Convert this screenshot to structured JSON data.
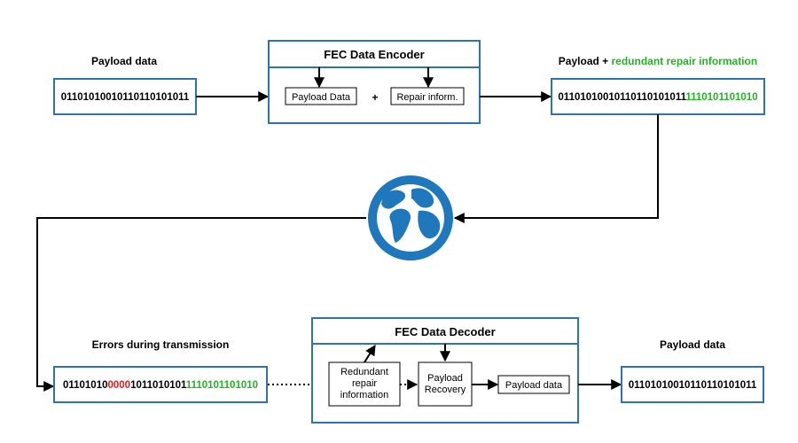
{
  "colors": {
    "blue_border": "#2f73b3",
    "green": "#22b422",
    "red": "#e51a1a",
    "globe": "#1f77bc"
  },
  "top": {
    "payload_label": "Payload data",
    "payload_bits": "01101010010110110101011",
    "encoder": {
      "title": "FEC Data Encoder",
      "payload_box": "Payload Data",
      "plus": "+",
      "repair_box": "Repair inform."
    },
    "output_label_part1": "Payload + ",
    "output_label_part2": "redundant repair information",
    "output_bits_black": "01101010010110110101011",
    "output_bits_green": "1110101101010"
  },
  "network": {
    "globe_icon": "globe-icon"
  },
  "bottom": {
    "error_label": "Errors during transmission",
    "received_bits_a": "01101010",
    "received_bits_red": "0000",
    "received_bits_b": "1011010101",
    "received_bits_green": "1110101101010",
    "decoder": {
      "title": "FEC Data Decoder",
      "redundant_line1": "Redundant",
      "redundant_line2": "repair",
      "redundant_line3": "information",
      "recovery_line1": "Payload",
      "recovery_line2": "Recovery",
      "payload_box": "Payload data"
    },
    "output_label": "Payload data",
    "output_bits": "01101010010110110101011"
  }
}
